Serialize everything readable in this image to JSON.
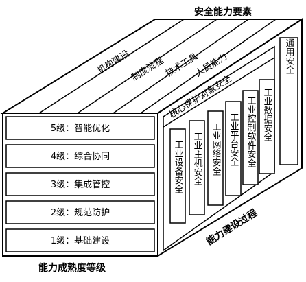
{
  "title": "安全能力要素",
  "left_label": "能力成熟度等级",
  "right_label": "能力建设过程",
  "maturity_levels": [
    "5级：智能优化",
    "4级：综合协同",
    "3级：集成管控",
    "2级：规范防护",
    "1级：基础建设"
  ],
  "capability_elements": [
    "机构建设",
    "制度流程",
    "技术工具",
    "人员能力"
  ],
  "core_protection": "核心保护对象安全",
  "general_security": "通用安全",
  "industrial_objects": [
    "工业设备安全",
    "工业主机安全",
    "工业网络安全",
    "工业平台安全",
    "工业控制软件安全",
    "工业数据安全"
  ]
}
